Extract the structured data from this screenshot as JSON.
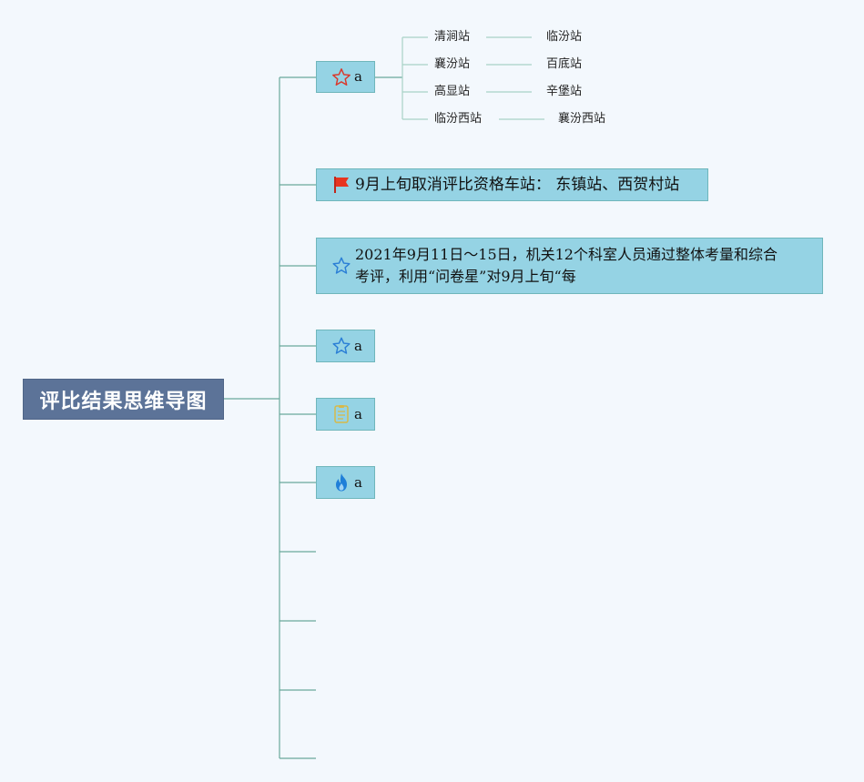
{
  "root": {
    "label": "评比结果思维导图"
  },
  "branches": [
    {
      "icon": "red-star-outline-icon",
      "label": "a",
      "children": [
        {
          "label": "清涧站",
          "child": "临汾站"
        },
        {
          "label": "襄汾站",
          "child": "百底站"
        },
        {
          "label": "高显站",
          "child": "辛堡站"
        },
        {
          "label": "临汾西站",
          "child": "襄汾西站"
        }
      ]
    },
    {
      "icon": "red-flag-icon",
      "label": "9月上旬取消评比资格车站： 东镇站、西贺村站"
    },
    {
      "icon": "blue-star-outline-icon",
      "label_line1": "2021年9月11日～15日，机关12个科室人员通过整体考量和综合",
      "label_line2": "考评，利用“问卷星”对9月上旬“每"
    },
    {
      "icon": "blue-star-outline-icon",
      "label": "a"
    },
    {
      "icon": "yellow-document-icon",
      "label": "a"
    },
    {
      "icon": "blue-flame-icon",
      "label": "a"
    }
  ],
  "colors": {
    "background": "#f3f8fd",
    "root_fill": "#5c7398",
    "node_fill": "#95d3e4",
    "node_border": "#6fb6bb",
    "connector": "#6aa89c",
    "connector_light": "#a9d2c7"
  }
}
